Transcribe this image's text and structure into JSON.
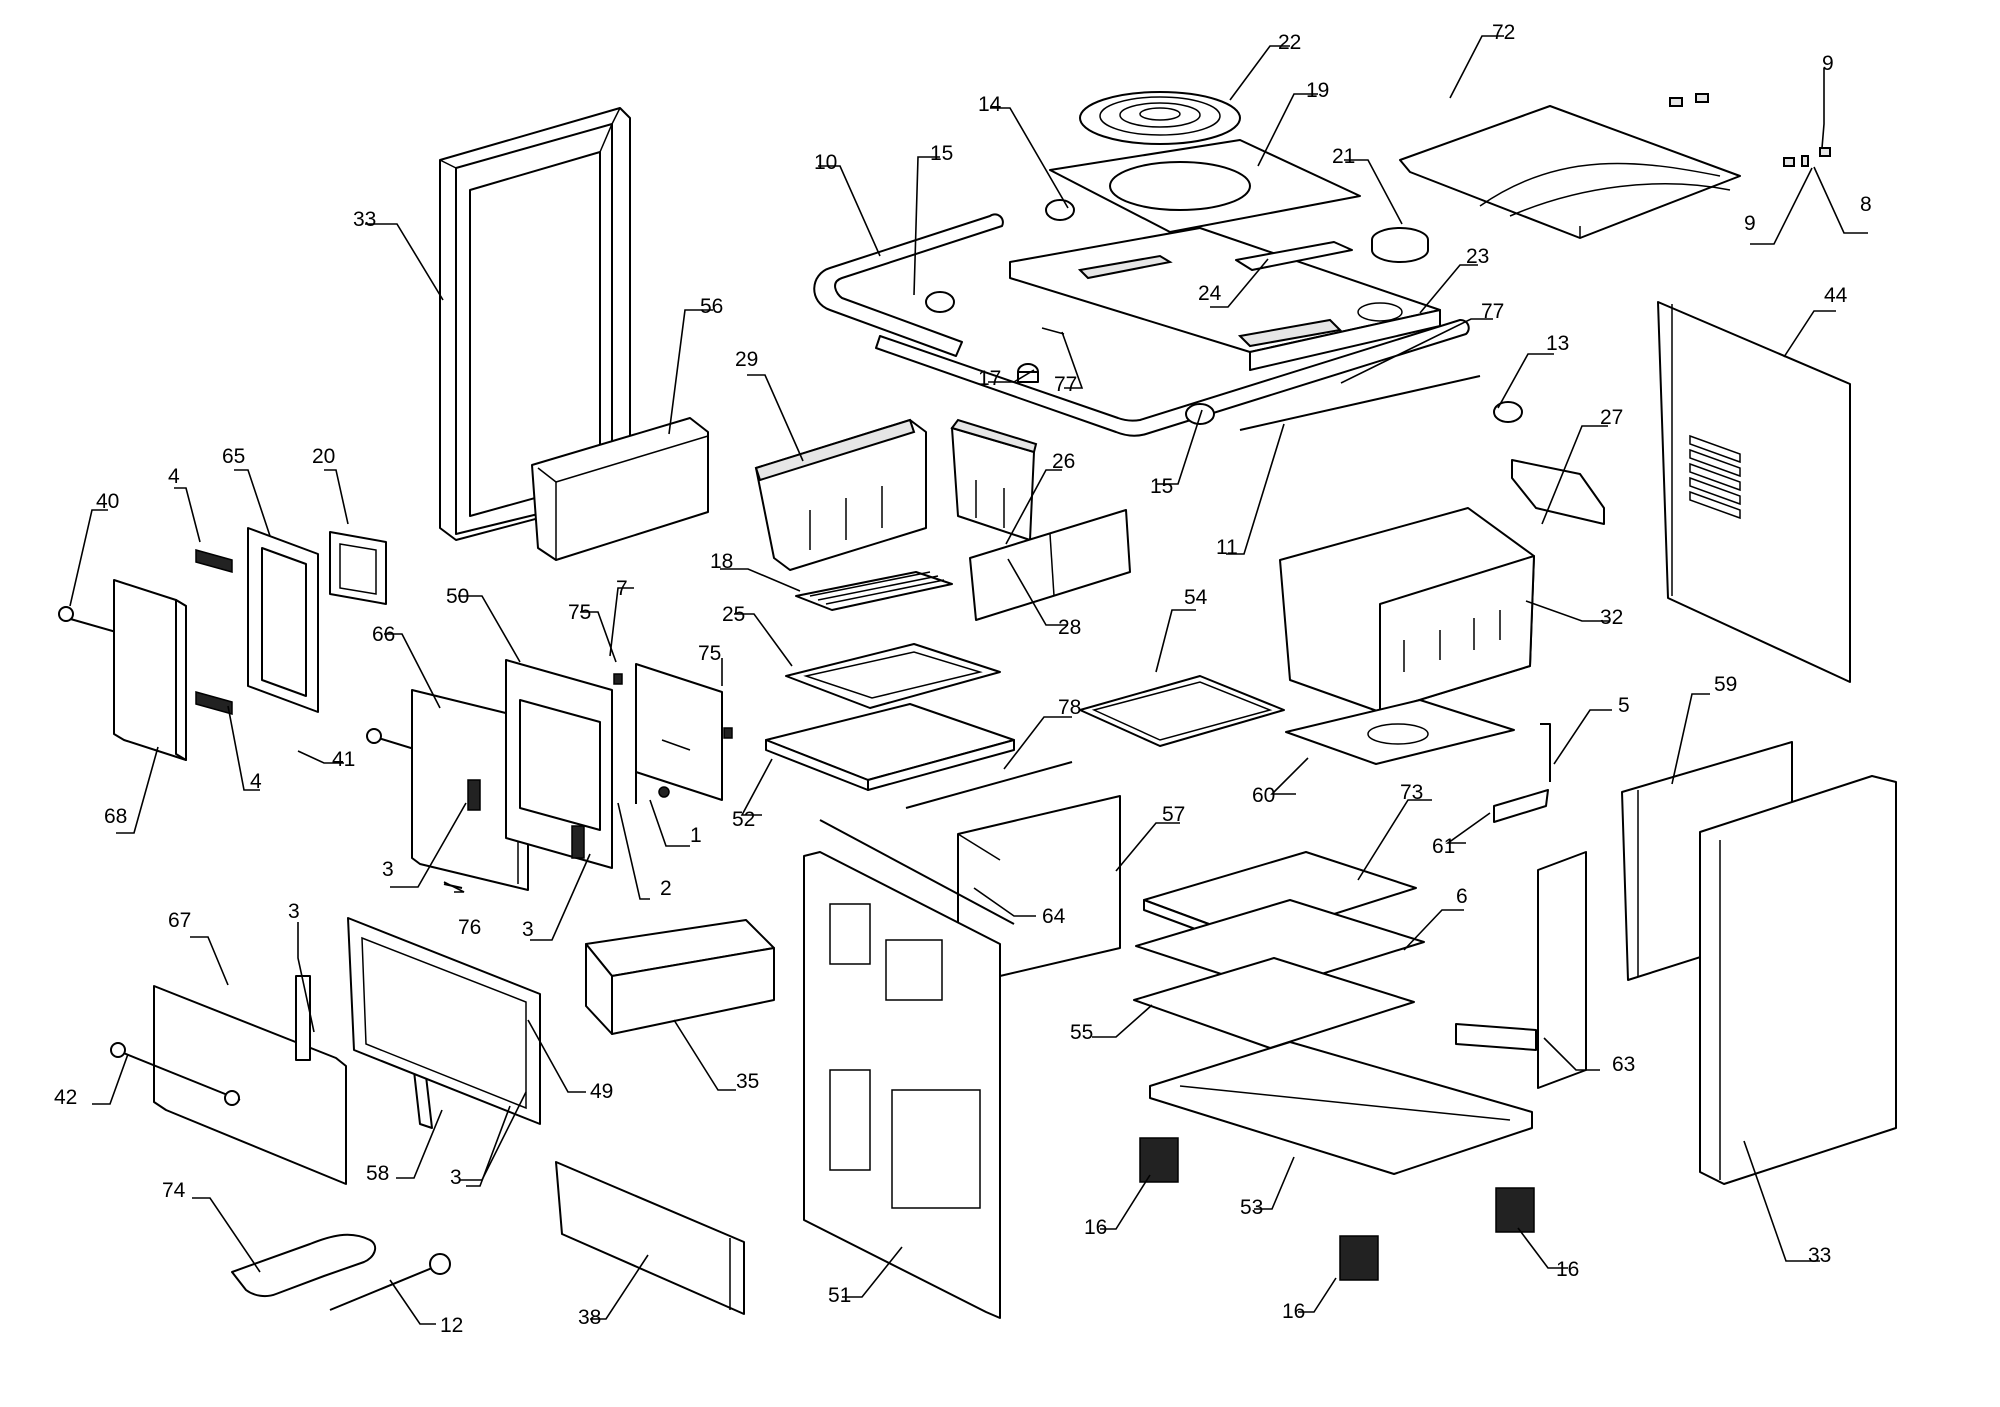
{
  "diagram": {
    "type": "exploded-parts-view",
    "callouts": [
      {
        "id": "c33a",
        "num": "33"
      },
      {
        "id": "c33b",
        "num": "33"
      },
      {
        "id": "c56",
        "num": "56"
      },
      {
        "id": "c10",
        "num": "10"
      },
      {
        "id": "c15a",
        "num": "15"
      },
      {
        "id": "c14",
        "num": "14"
      },
      {
        "id": "c22",
        "num": "22"
      },
      {
        "id": "c19",
        "num": "19"
      },
      {
        "id": "c21",
        "num": "21"
      },
      {
        "id": "c72",
        "num": "72"
      },
      {
        "id": "c9a",
        "num": "9"
      },
      {
        "id": "c9b",
        "num": "9"
      },
      {
        "id": "c8",
        "num": "8"
      },
      {
        "id": "c24",
        "num": "24"
      },
      {
        "id": "c23",
        "num": "23"
      },
      {
        "id": "c77a",
        "num": "77"
      },
      {
        "id": "c77b",
        "num": "77"
      },
      {
        "id": "c13",
        "num": "13"
      },
      {
        "id": "c44",
        "num": "44"
      },
      {
        "id": "c17",
        "num": "17"
      },
      {
        "id": "c29",
        "num": "29"
      },
      {
        "id": "c26",
        "num": "26"
      },
      {
        "id": "c15b",
        "num": "15"
      },
      {
        "id": "c11",
        "num": "11"
      },
      {
        "id": "c27",
        "num": "27"
      },
      {
        "id": "c18",
        "num": "18"
      },
      {
        "id": "c28",
        "num": "28"
      },
      {
        "id": "c32",
        "num": "32"
      },
      {
        "id": "c40",
        "num": "40"
      },
      {
        "id": "c4a",
        "num": "4"
      },
      {
        "id": "c4b",
        "num": "4"
      },
      {
        "id": "c65",
        "num": "65"
      },
      {
        "id": "c20",
        "num": "20"
      },
      {
        "id": "c68",
        "num": "68"
      },
      {
        "id": "c66",
        "num": "66"
      },
      {
        "id": "c50",
        "num": "50"
      },
      {
        "id": "c75a",
        "num": "75"
      },
      {
        "id": "c75b",
        "num": "75"
      },
      {
        "id": "c7",
        "num": "7"
      },
      {
        "id": "c25",
        "num": "25"
      },
      {
        "id": "c54",
        "num": "54"
      },
      {
        "id": "c41",
        "num": "41"
      },
      {
        "id": "c3a",
        "num": "3"
      },
      {
        "id": "c3b",
        "num": "3"
      },
      {
        "id": "c3c",
        "num": "3"
      },
      {
        "id": "c3d",
        "num": "3"
      },
      {
        "id": "c1",
        "num": "1"
      },
      {
        "id": "c2",
        "num": "2"
      },
      {
        "id": "c52",
        "num": "52"
      },
      {
        "id": "c78",
        "num": "78"
      },
      {
        "id": "c60",
        "num": "60"
      },
      {
        "id": "c5",
        "num": "5"
      },
      {
        "id": "c59",
        "num": "59"
      },
      {
        "id": "c73",
        "num": "73"
      },
      {
        "id": "c61",
        "num": "61"
      },
      {
        "id": "c57",
        "num": "57"
      },
      {
        "id": "c64",
        "num": "64"
      },
      {
        "id": "c76",
        "num": "76"
      },
      {
        "id": "c6",
        "num": "6"
      },
      {
        "id": "c67",
        "num": "67"
      },
      {
        "id": "c49",
        "num": "49"
      },
      {
        "id": "c35",
        "num": "35"
      },
      {
        "id": "c55",
        "num": "55"
      },
      {
        "id": "c63",
        "num": "63"
      },
      {
        "id": "c42",
        "num": "42"
      },
      {
        "id": "c58",
        "num": "58"
      },
      {
        "id": "c16a",
        "num": "16"
      },
      {
        "id": "c16b",
        "num": "16"
      },
      {
        "id": "c16c",
        "num": "16"
      },
      {
        "id": "c53",
        "num": "53"
      },
      {
        "id": "c74",
        "num": "74"
      },
      {
        "id": "c12",
        "num": "12"
      },
      {
        "id": "c38",
        "num": "38"
      },
      {
        "id": "c51",
        "num": "51"
      }
    ]
  }
}
